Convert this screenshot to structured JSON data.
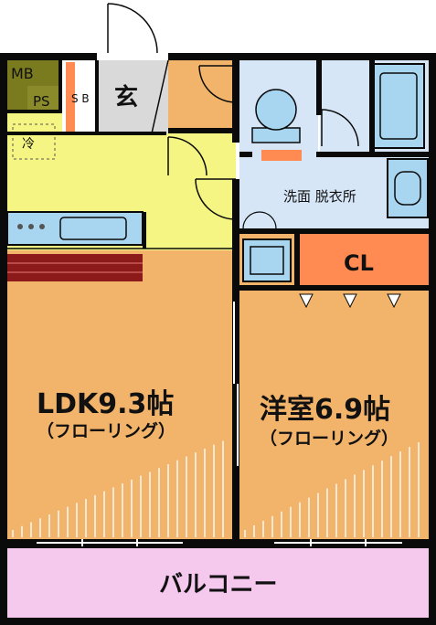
{
  "rooms": {
    "mb": "MB",
    "ps": "PS",
    "sb": "S B",
    "genkan": "玄",
    "fridge": "冷",
    "senmen": "洗面 脱衣所",
    "cl": "CL",
    "ldk": {
      "name": "LDK9.3帖",
      "sub": "（フローリング）"
    },
    "youshitsu": {
      "name": "洋室6.9帖",
      "sub": "（フローリング）"
    },
    "balcony": "バルコニー"
  },
  "colors": {
    "wall": "#0a0a0a",
    "floor_wood": "#f2b46a",
    "kitchen_floor": "#f5f584",
    "wet_area": "#d6e6f7",
    "fixture_blue": "#a8d6f0",
    "closet": "#ff8a52",
    "balcony": "#f5c8ee",
    "mb_box": "#7a7a1e",
    "counter": "#8c1a1a"
  }
}
